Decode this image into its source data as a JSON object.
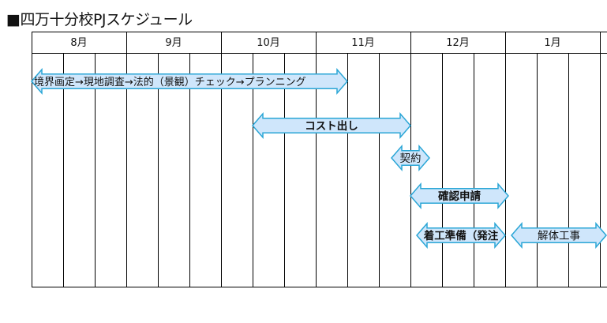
{
  "title": "■四万十分校PJスケジュール",
  "months": [
    {
      "label": "8月",
      "start": 0,
      "end": 3
    },
    {
      "label": "9月",
      "start": 3,
      "end": 6
    },
    {
      "label": "10月",
      "start": 6,
      "end": 9
    },
    {
      "label": "11月",
      "start": 9,
      "end": 12
    },
    {
      "label": "12月",
      "start": 12,
      "end": 15
    },
    {
      "label": "1月",
      "start": 15,
      "end": 18
    }
  ],
  "tasks": [
    {
      "id": "surveying",
      "label": "境界画定→現地調査→法的（景観）チェック→プランニング",
      "start": 0,
      "end": 10,
      "row": 0,
      "bold": false
    },
    {
      "id": "cost",
      "label": "コスト出し",
      "start": 7,
      "end": 12,
      "row": 1,
      "bold": true
    },
    {
      "id": "contract",
      "label": "契約",
      "start": 11.4,
      "end": 12.6,
      "row": 2,
      "bold": false
    },
    {
      "id": "permit",
      "label": "確認申請",
      "start": 12,
      "end": 15.1,
      "row": 3,
      "bold": true
    },
    {
      "id": "prep",
      "label": "着工準備（発注",
      "start": 12.2,
      "end": 15,
      "row": 4,
      "bold": true
    },
    {
      "id": "construction",
      "label": "解体工事",
      "start": 15.2,
      "end": 18.2,
      "row": 4,
      "bold": false
    }
  ],
  "colors": {
    "arrow_fill": "#cfe6fb",
    "arrow_stroke": "#2aa6d6",
    "grid": "#000000",
    "text": "#111111"
  }
}
